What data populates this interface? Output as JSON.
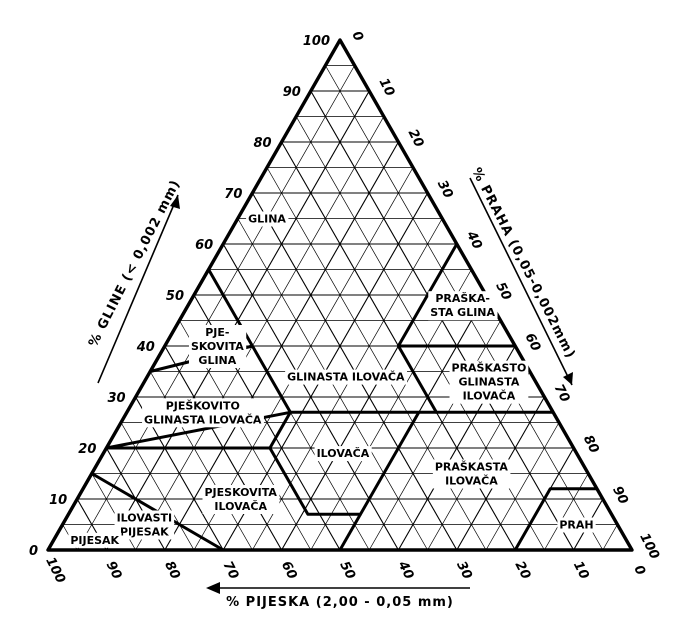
{
  "colors": {
    "ink": "#000000",
    "paper": "#ffffff"
  },
  "axes": {
    "clay": {
      "title": "% GLINE (< 0,002 mm)",
      "ticks": [
        "0",
        "10",
        "20",
        "30",
        "40",
        "50",
        "60",
        "70",
        "80",
        "90",
        "100"
      ]
    },
    "silt": {
      "title": "% PRAHA (0,05-0,002mm)",
      "ticks": [
        "0",
        "10",
        "20",
        "30",
        "40",
        "50",
        "60",
        "70",
        "80",
        "90",
        "100"
      ]
    },
    "sand": {
      "title": "% PIJESKA (2,00 - 0,05 mm)",
      "ticks": [
        "0",
        "10",
        "20",
        "30",
        "40",
        "50",
        "60",
        "70",
        "80",
        "90",
        "100"
      ]
    }
  },
  "regions": [
    {
      "id": "clay",
      "lines": [
        "GLINA"
      ],
      "sand": 30,
      "clay": 65
    },
    {
      "id": "silty-clay",
      "lines": [
        "PRAŠKA-",
        "STA GLINA"
      ],
      "sand": 5,
      "clay": 48
    },
    {
      "id": "sandy-clay",
      "lines": [
        "PJE-",
        "SKOVITA",
        "GLINA"
      ],
      "sand": 51,
      "clay": 40
    },
    {
      "id": "clay-loam",
      "lines": [
        "GLINASTA ILOVAČA"
      ],
      "sand": 32,
      "clay": 34
    },
    {
      "id": "silty-clay-loam",
      "lines": [
        "PRAŠKASTO",
        "GLINASTA",
        "ILOVAČA"
      ],
      "sand": 8,
      "clay": 33
    },
    {
      "id": "sandy-clay-loam",
      "lines": [
        "PJEŠKOVITO",
        "GLINASTA ILOVAČA"
      ],
      "sand": 60,
      "clay": 27
    },
    {
      "id": "loam",
      "lines": [
        "ILOVAČA"
      ],
      "sand": 40,
      "clay": 19
    },
    {
      "id": "silt-loam",
      "lines": [
        "PRAŠKASTA",
        "ILOVAČA"
      ],
      "sand": 20,
      "clay": 15
    },
    {
      "id": "sandy-loam",
      "lines": [
        "PJESKOVITA",
        "ILOVAČA"
      ],
      "sand": 62,
      "clay": 10
    },
    {
      "id": "loamy-sand",
      "lines": [
        "ILOVASTI",
        "PIJESAK"
      ],
      "sand": 81,
      "clay": 5
    },
    {
      "id": "sand",
      "lines": [
        "PIJESAK"
      ],
      "sand": 91,
      "clay": 2
    },
    {
      "id": "silt",
      "lines": [
        "PRAH"
      ],
      "sand": 7,
      "clay": 5
    }
  ],
  "boundaries": [
    [
      [
        55,
        45
      ],
      [
        45,
        55
      ]
    ],
    [
      [
        45,
        40
      ],
      [
        65,
        35
      ],
      [
        45,
        55
      ]
    ],
    [
      [
        20,
        40
      ],
      [
        0,
        40
      ]
    ],
    [
      [
        0,
        60
      ],
      [
        20,
        40
      ],
      [
        20,
        27
      ],
      [
        0,
        27
      ]
    ],
    [
      [
        45,
        55
      ],
      [
        45,
        27
      ],
      [
        80,
        20
      ],
      [
        85,
        15
      ],
      [
        100,
        0
      ]
    ],
    [
      [
        45,
        27
      ],
      [
        52,
        20
      ],
      [
        52,
        7
      ],
      [
        43,
        7
      ],
      [
        23,
        27
      ]
    ],
    [
      [
        80,
        20
      ],
      [
        52,
        20
      ]
    ],
    [
      [
        0,
        12
      ],
      [
        8,
        12
      ],
      [
        20,
        0
      ]
    ],
    [
      [
        85,
        15
      ],
      [
        70,
        0
      ]
    ],
    [
      [
        50,
        0
      ],
      [
        43,
        7
      ]
    ],
    [
      [
        20,
        27
      ],
      [
        45,
        27
      ]
    ]
  ]
}
